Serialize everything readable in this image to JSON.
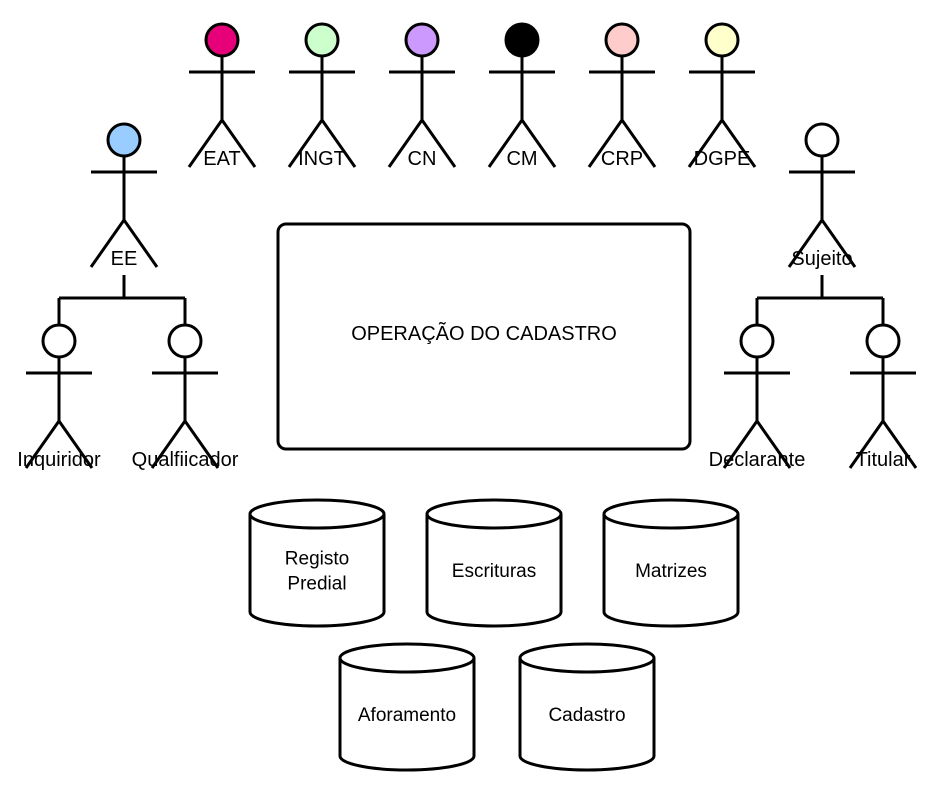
{
  "actors_top": [
    {
      "label": "EAT",
      "color": "#e6007a"
    },
    {
      "label": "INGT",
      "color": "#ccffcc"
    },
    {
      "label": "CN",
      "color": "#cc99ff"
    },
    {
      "label": "CM",
      "color": "#000000"
    },
    {
      "label": "CRP",
      "color": "#ffcccc"
    },
    {
      "label": "DGPE",
      "color": "#ffffcc"
    }
  ],
  "actor_ee": {
    "label": "EE",
    "color": "#99ccff"
  },
  "actor_ee_children": [
    {
      "label": "Inquiridor",
      "color": "#ffffff"
    },
    {
      "label": "Qualfiicador",
      "color": "#ffffff"
    }
  ],
  "actor_sujeito": {
    "label": "Sujeito",
    "color": "#ffffff"
  },
  "actor_sujeito_children": [
    {
      "label": "Declarante",
      "color": "#ffffff"
    },
    {
      "label": "Titular",
      "color": "#ffffff"
    }
  ],
  "main_box": {
    "label": "OPERAÇÃO DO CADASTRO"
  },
  "databases": [
    {
      "lines": [
        "Registo",
        "Predial"
      ]
    },
    {
      "lines": [
        "Escrituras"
      ]
    },
    {
      "lines": [
        "Matrizes"
      ]
    },
    {
      "lines": [
        "Aforamento"
      ]
    },
    {
      "lines": [
        "Cadastro"
      ]
    }
  ]
}
